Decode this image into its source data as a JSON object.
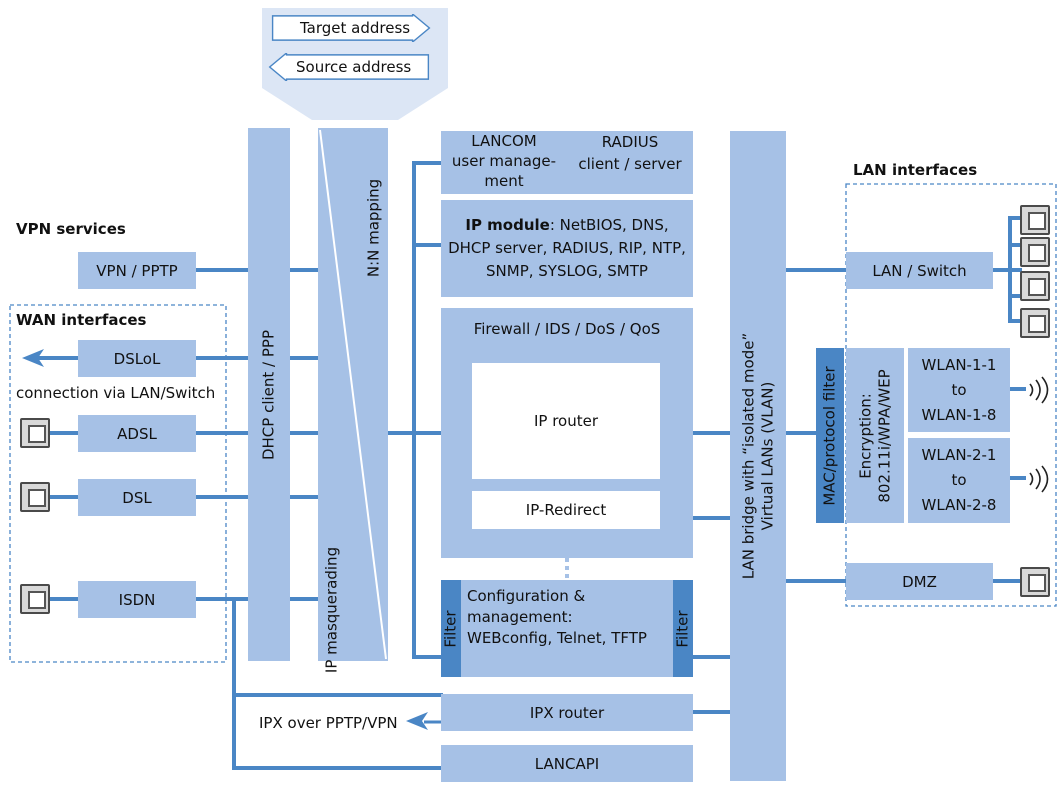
{
  "headings": {
    "vpn_services": "VPN services",
    "wan_interfaces": "WAN interfaces",
    "lan_interfaces": "LAN interfaces"
  },
  "address": {
    "target": "Target address",
    "source": "Source address"
  },
  "wan": {
    "vpn_pptp": "VPN / PPTP",
    "dslol": "DSLoL",
    "dslol_note": "connection via LAN/Switch",
    "adsl": "ADSL",
    "dsl": "DSL",
    "isdn": "ISDN"
  },
  "columns": {
    "dhcp": "DHCP client / PPP",
    "nn_mapping": "N:N mapping",
    "ip_masquerading": "IP masquerading",
    "lan_bridge_line1": "LAN bridge with “isolated mode”",
    "lan_bridge_line2": "Virtual LANs (VLAN)",
    "mac_filter": "MAC/protocol filter",
    "encryption_line1": "Encryption:",
    "encryption_line2": "802.11i/WPA/WEP"
  },
  "core": {
    "lancom_line1": "LANCOM",
    "lancom_line2": "user manage-",
    "lancom_line3": "ment",
    "radius_line1": "RADIUS",
    "radius_line2": "client / server",
    "ip_module_bold": "IP module",
    "ip_module_line1": ": NetBIOS, DNS,",
    "ip_module_line2": "DHCP server, RADIUS, RIP, NTP,",
    "ip_module_line3": "SNMP, SYSLOG, SMTP",
    "firewall": "Firewall / IDS / DoS / QoS",
    "ip_router": "IP router",
    "ip_redirect": "IP-Redirect",
    "config_line1": "Configuration &",
    "config_line2": "management:",
    "config_line3": "WEBconfig, Telnet, TFTP",
    "filter_left": "Filter",
    "filter_right": "Filter",
    "ipx_router": "IPX router",
    "ipx_note": "IPX over PPTP/VPN",
    "lancapi": "LANCAPI"
  },
  "lan": {
    "lan_switch": "LAN / Switch",
    "wlan1_line1": "WLAN-1-1",
    "wlan1_line2": "to",
    "wlan1_line3": "WLAN-1-8",
    "wlan2_line1": "WLAN-2-1",
    "wlan2_line2": "to",
    "wlan2_line3": "WLAN-2-8",
    "dmz": "DMZ"
  },
  "icons": {
    "port": "ethernet-port-icon",
    "wireless": "wireless-signal-icon",
    "arrow": "arrow-left-icon"
  },
  "colors": {
    "box_fill": "#a6c1e6",
    "wire": "#4a86c5",
    "filter": "#4a86c5",
    "dashed_border": "#4a86c5"
  }
}
